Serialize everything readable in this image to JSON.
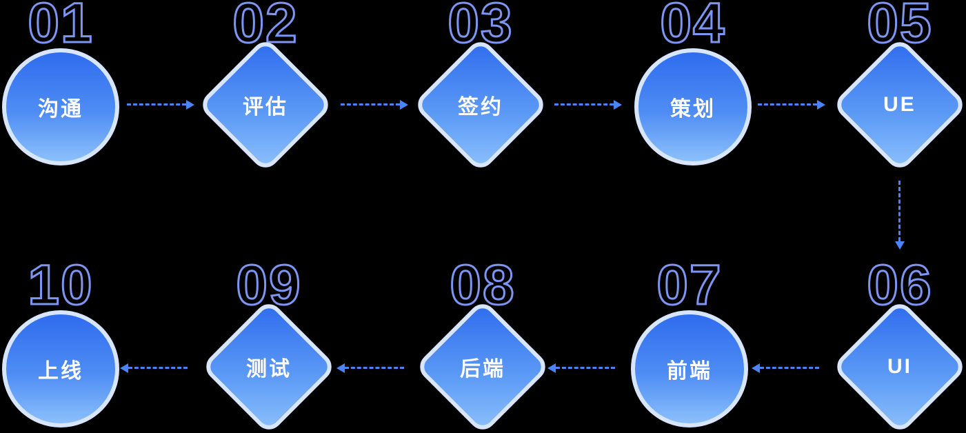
{
  "diagram": {
    "type": "process-flow",
    "colors": {
      "background": "#000000",
      "shape_gradient_start": "#2f6cee",
      "shape_gradient_end": "#8cc0fb",
      "shape_border": "#d7e6fd",
      "arrow": "#4b84f7",
      "number_outline": "#7d96f4",
      "label_text": "#ffffff"
    },
    "steps": [
      {
        "number": "01",
        "label": "沟通",
        "shape": "circle"
      },
      {
        "number": "02",
        "label": "评估",
        "shape": "diamond"
      },
      {
        "number": "03",
        "label": "签约",
        "shape": "diamond"
      },
      {
        "number": "04",
        "label": "策划",
        "shape": "circle"
      },
      {
        "number": "05",
        "label": "UE",
        "shape": "diamond"
      },
      {
        "number": "06",
        "label": "UI",
        "shape": "diamond"
      },
      {
        "number": "07",
        "label": "前端",
        "shape": "circle"
      },
      {
        "number": "08",
        "label": "后端",
        "shape": "diamond"
      },
      {
        "number": "09",
        "label": "测试",
        "shape": "diamond"
      },
      {
        "number": "10",
        "label": "上线",
        "shape": "circle"
      }
    ],
    "connectors": [
      {
        "from": "01",
        "to": "02",
        "direction": "right",
        "style": "dashed"
      },
      {
        "from": "02",
        "to": "03",
        "direction": "right",
        "style": "dashed"
      },
      {
        "from": "03",
        "to": "04",
        "direction": "right",
        "style": "dashed"
      },
      {
        "from": "04",
        "to": "05",
        "direction": "right",
        "style": "dashed"
      },
      {
        "from": "05",
        "to": "06",
        "direction": "down",
        "style": "dashed"
      },
      {
        "from": "06",
        "to": "07",
        "direction": "left",
        "style": "dashed"
      },
      {
        "from": "07",
        "to": "08",
        "direction": "left",
        "style": "dashed"
      },
      {
        "from": "08",
        "to": "09",
        "direction": "left",
        "style": "dashed"
      },
      {
        "from": "09",
        "to": "10",
        "direction": "left",
        "style": "dashed"
      }
    ]
  }
}
